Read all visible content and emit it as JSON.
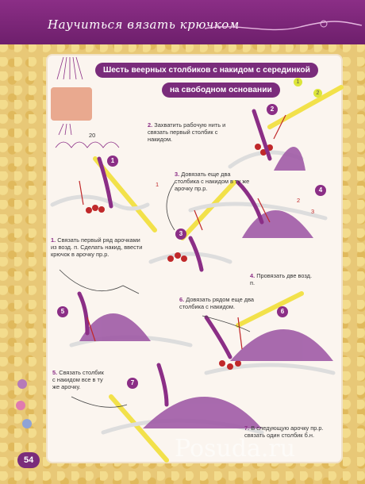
{
  "header": {
    "title": "Научиться вязать крючком"
  },
  "title": {
    "line1": "Шесть веерных столбиков с накидом с серединкой",
    "line2": "на свободном основании"
  },
  "steps": [
    {
      "num": "1.",
      "text": "Связать первый ряд арочками из возд. п. Сделать накид, ввести крючок в арочку пр.р."
    },
    {
      "num": "2.",
      "text": "Захватить рабочую нить и связать первый столбик с накидом."
    },
    {
      "num": "3.",
      "text": "Довязать еще два столбика с накидом в ту же арочку пр.р."
    },
    {
      "num": "4.",
      "text": "Провязать две возд. п."
    },
    {
      "num": "5.",
      "text": "Связать столбик с накидом все в ту же арочку."
    },
    {
      "num": "6.",
      "text": "Довязать рядом еще два столбика с накидом."
    },
    {
      "num": "7.",
      "text": "В следующую арочку пр.р. связать один столбик б.н."
    }
  ],
  "badges": [
    "1",
    "2",
    "3",
    "4",
    "5",
    "6",
    "7"
  ],
  "small_badges": [
    "1",
    "2"
  ],
  "diagram_labels": [
    "1",
    "2",
    "3",
    "20"
  ],
  "page_number": "54",
  "watermark": "Posuda.ru",
  "colors": {
    "purple": "#8b2e86",
    "yarn_purple": "#a05ba6",
    "hook": "#f2e14a",
    "yarn_red": "#c0282a"
  }
}
